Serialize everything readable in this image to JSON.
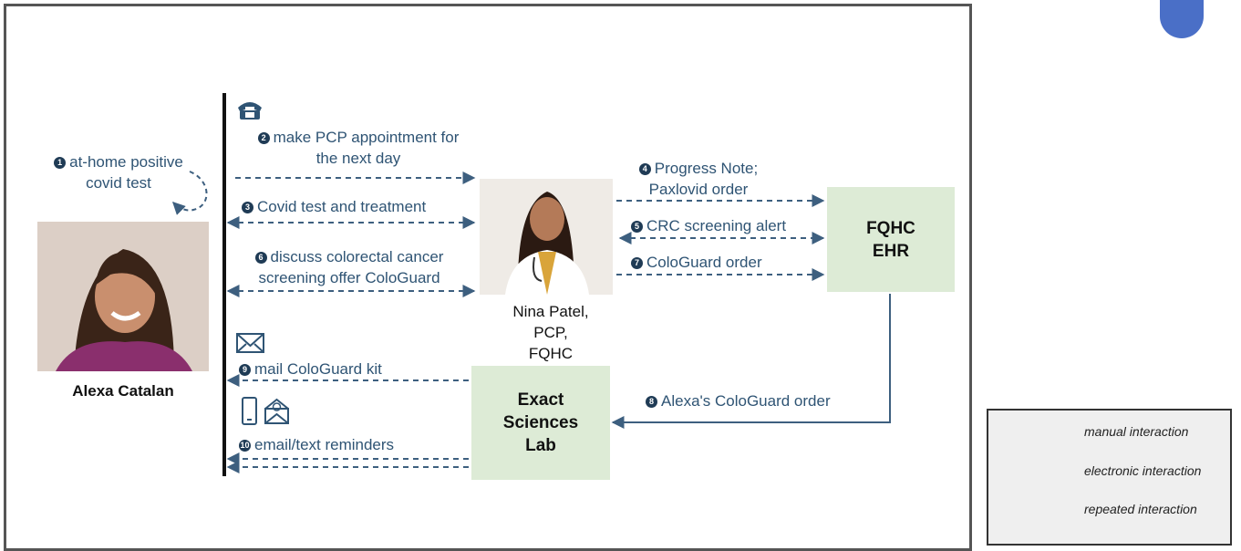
{
  "patient": {
    "name": "Alexa Catalan"
  },
  "pcp": {
    "name_line1": "Nina Patel,",
    "name_line2": "PCP,",
    "name_line3": "FQHC"
  },
  "boxes": {
    "ehr_line1": "FQHC",
    "ehr_line2": "EHR",
    "lab_line1": "Exact",
    "lab_line2": "Sciences",
    "lab_line3": "Lab"
  },
  "steps": {
    "s1_num": "1",
    "s1_line1": "at-home positive",
    "s1_line2": "covid test",
    "s2_num": "2",
    "s2_line1": "make PCP appointment for",
    "s2_line2": "the next day",
    "s3_num": "3",
    "s3": "Covid test and treatment",
    "s4_num": "4",
    "s4_line1": "Progress Note;",
    "s4_line2": "Paxlovid order",
    "s5_num": "5",
    "s5": "CRC screening alert",
    "s6_num": "6",
    "s6_line1": "discuss colorectal cancer",
    "s6_line2": "screening offer ColoGuard",
    "s7_num": "7",
    "s7": "ColoGuard order",
    "s8_num": "8",
    "s8": "Alexa's ColoGuard order",
    "s9_num": "9",
    "s9": "mail ColoGuard kit",
    "s10_num": "10",
    "s10": "email/text reminders"
  },
  "legend": {
    "manual": "manual interaction",
    "electronic": "electronic interaction",
    "repeated": "repeated interaction"
  },
  "icons": [
    "phone-icon",
    "envelope-icon",
    "mobile-phone-icon",
    "email-icon"
  ],
  "colors": {
    "arrow": "#3d5f7f",
    "box_fill": "#ddebd6",
    "text_blue": "#2f5474",
    "tab": "#4a6fc7"
  }
}
